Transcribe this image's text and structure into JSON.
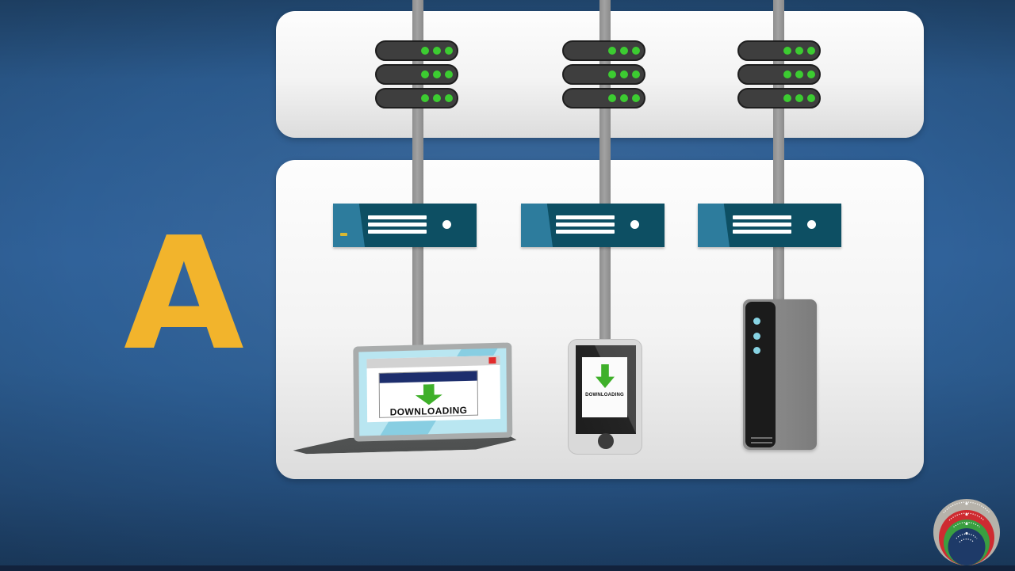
{
  "overlay_letter": {
    "text": "A",
    "color": "#F2B42C"
  },
  "panels": {
    "server_rack_panel": {
      "server_stacks": 3,
      "bars_per_stack": 3,
      "leds_per_bar": 3
    },
    "client_panel": {
      "switches": 3,
      "devices": [
        "laptop",
        "smartphone",
        "server-tower"
      ]
    }
  },
  "devices": {
    "laptop": {
      "status_label": "DOWNLOADING"
    },
    "smartphone": {
      "status_label": "DOWNLOADING"
    }
  },
  "icons": {
    "server_led": "green-dot",
    "switch_port": "white-dot",
    "switch_indicator": "yellow-dash",
    "browser_close": "red-square",
    "download_arrow": "green-down-arrow",
    "phone_home": "dark-circle",
    "tower_led": "cyan-dot",
    "logo": "concentric-layered-rings"
  },
  "colors": {
    "background_blue": "#30629A",
    "panel_white": "#F3F3F3",
    "accent_yellow": "#F2B42C",
    "switch_teal_dark": "#0D4F63",
    "switch_teal_light": "#2D7C9D",
    "led_green": "#3CCC31",
    "arrow_green": "#3FB02A",
    "browser_header_navy": "#1D2E6D",
    "browser_close_red": "#E22B2B",
    "cable_gray": "#9A9A9A",
    "screen_cyan": "#B9E6F1",
    "logo_gray": "#B6B2AA",
    "logo_red": "#CE2B31",
    "logo_green": "#3A9E41",
    "logo_navy": "#1E3A68"
  }
}
